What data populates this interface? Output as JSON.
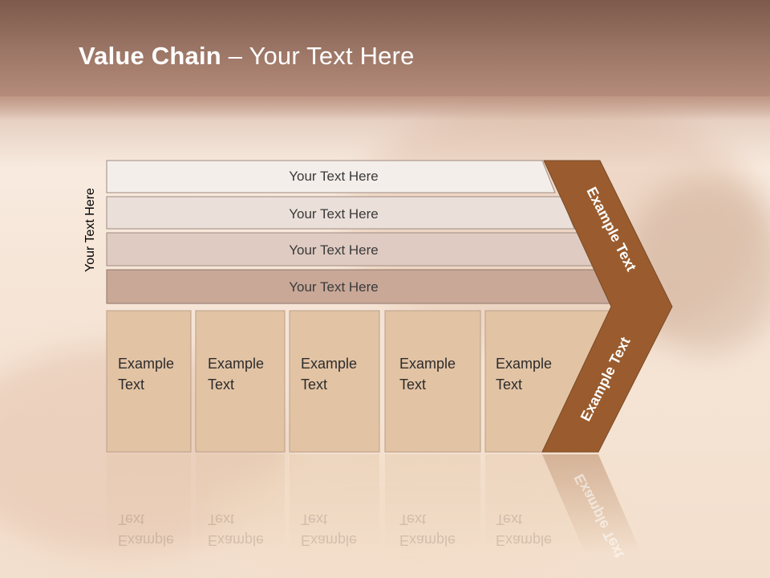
{
  "title": {
    "bold": "Value Chain",
    "rest": " – Your Text Here"
  },
  "side_label": "Your Text Here",
  "bars": [
    {
      "label": "Your Text Here",
      "fill": "#f4eeea"
    },
    {
      "label": "Your Text Here",
      "fill": "#eadfd9"
    },
    {
      "label": "Your Text Here",
      "fill": "#dfcbc2"
    },
    {
      "label": "Your Text Here",
      "fill": "#c9a898"
    }
  ],
  "boxes": [
    {
      "line1": "Example",
      "line2": "Text"
    },
    {
      "line1": "Example",
      "line2": "Text"
    },
    {
      "line1": "Example",
      "line2": "Text"
    },
    {
      "line1": "Example",
      "line2": "Text"
    },
    {
      "line1": "Example",
      "line2": "Text"
    }
  ],
  "arrow": {
    "upper_label": "Example Text",
    "lower_label": "Example Text",
    "color": "#9a5c2e"
  },
  "colors": {
    "box_fill": "#e2c3a4",
    "box_border": "#b9a08a"
  }
}
